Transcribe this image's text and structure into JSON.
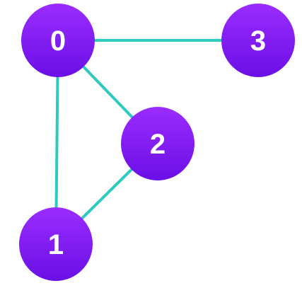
{
  "graph": {
    "colors": {
      "edge": "#2ec9bf",
      "node_gradient_top": "#9b2cff",
      "node_gradient_bottom": "#6a0fe6",
      "label": "#ffffff"
    },
    "nodes": [
      {
        "id": "0",
        "label": "0"
      },
      {
        "id": "1",
        "label": "1"
      },
      {
        "id": "2",
        "label": "2"
      },
      {
        "id": "3",
        "label": "3"
      }
    ],
    "edges": [
      {
        "from": "0",
        "to": "3"
      },
      {
        "from": "0",
        "to": "1"
      },
      {
        "from": "0",
        "to": "2"
      },
      {
        "from": "2",
        "to": "1"
      }
    ]
  }
}
